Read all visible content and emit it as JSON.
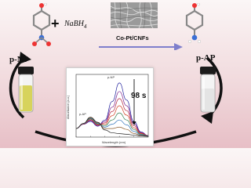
{
  "reactant": {
    "label": "p-NP",
    "reagent": "NaBH",
    "reagent_subscript": "4",
    "plus": "+"
  },
  "catalyst": {
    "label": "Co-Pt/CNFs"
  },
  "product": {
    "label": "p-AP"
  },
  "chart": {
    "ylabel": "Absorbance (a.u.)",
    "xlabel": "Wavelength (nm)",
    "peak_label": "p-NP",
    "small_peak_label": "p-AP",
    "time_label": "98 s"
  },
  "chart_data": {
    "type": "line",
    "title": "",
    "xlabel": "Wavelength (nm)",
    "ylabel": "Absorbance (a.u.)",
    "x": [
      250,
      275,
      300,
      325,
      350,
      375,
      400,
      425,
      450,
      475,
      500
    ],
    "series": [
      {
        "values": [
          0.3,
          0.45,
          0.55,
          0.38,
          0.6,
          1.25,
          1.9,
          1.3,
          0.55,
          0.18,
          0.05
        ]
      },
      {
        "values": [
          0.3,
          0.45,
          0.58,
          0.4,
          0.55,
          1.05,
          1.6,
          1.1,
          0.47,
          0.16,
          0.05
        ]
      },
      {
        "values": [
          0.3,
          0.46,
          0.6,
          0.42,
          0.5,
          0.9,
          1.35,
          0.93,
          0.4,
          0.14,
          0.05
        ]
      },
      {
        "values": [
          0.3,
          0.46,
          0.62,
          0.44,
          0.45,
          0.75,
          1.1,
          0.77,
          0.33,
          0.12,
          0.04
        ]
      },
      {
        "values": [
          0.3,
          0.47,
          0.64,
          0.46,
          0.4,
          0.6,
          0.85,
          0.6,
          0.27,
          0.1,
          0.04
        ]
      },
      {
        "values": [
          0.3,
          0.47,
          0.66,
          0.48,
          0.35,
          0.45,
          0.6,
          0.43,
          0.2,
          0.08,
          0.04
        ]
      },
      {
        "values": [
          0.3,
          0.48,
          0.68,
          0.5,
          0.3,
          0.3,
          0.35,
          0.27,
          0.13,
          0.06,
          0.03
        ]
      },
      {
        "values": [
          0.3,
          0.48,
          0.7,
          0.52,
          0.25,
          0.15,
          0.12,
          0.1,
          0.07,
          0.04,
          0.03
        ]
      }
    ],
    "colors": [
      "#1f1f9c",
      "#7b1f8a",
      "#b3243e",
      "#d2452a",
      "#2f7d4f",
      "#2a6fb8",
      "#8a5a2b",
      "#222222"
    ],
    "xlim": [
      250,
      500
    ],
    "ylim": [
      0,
      2.2
    ]
  },
  "colors": {
    "accent_arrow": "#7f7fcc",
    "cycle_arrow": "#111111",
    "vial_yellow": "#d7d35c",
    "vial_clear": "#e8e8e8"
  }
}
